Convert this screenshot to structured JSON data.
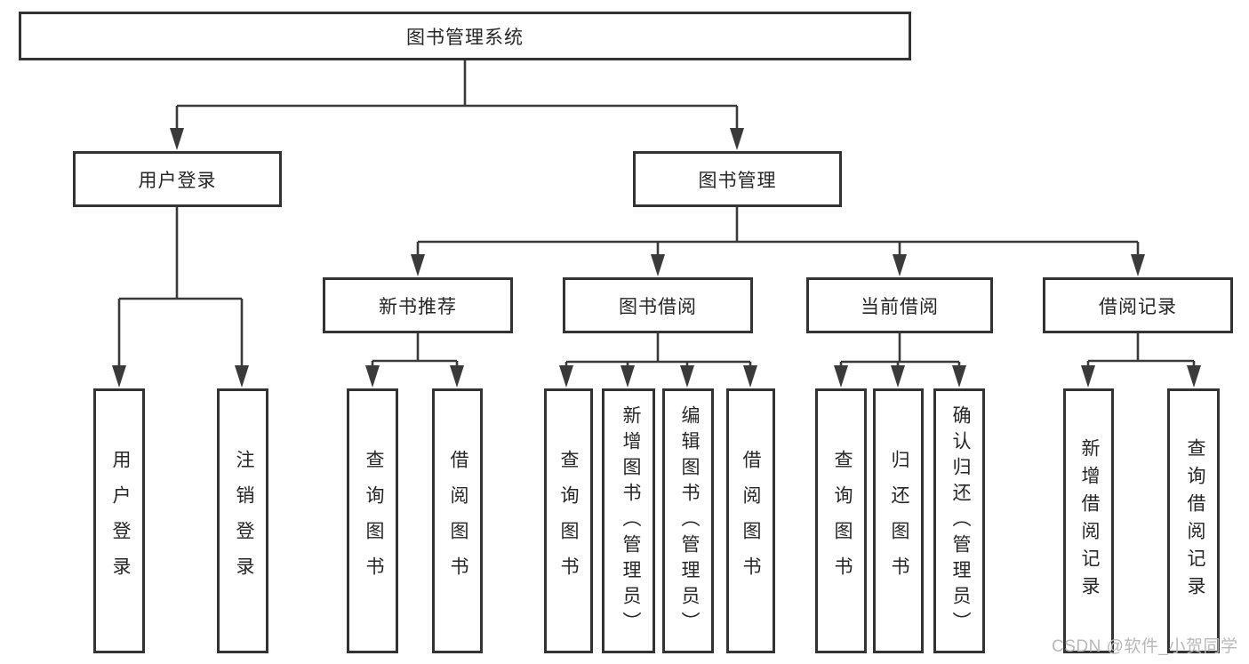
{
  "colors": {
    "background": "#ffffff",
    "line": "#3a3a3a",
    "box_border": "#333333",
    "text": "#262626",
    "watermark": "#b9b9b9"
  },
  "watermark": {
    "text": "CSDN @软件_小贺同学"
  },
  "tree": {
    "root": {
      "label": "图书管理系统"
    },
    "level2": [
      {
        "label": "用户登录",
        "parent": "图书管理系统"
      },
      {
        "label": "图书管理",
        "parent": "图书管理系统"
      }
    ],
    "level3": [
      {
        "label": "新书推荐",
        "parent": "图书管理"
      },
      {
        "label": "图书借阅",
        "parent": "图书管理"
      },
      {
        "label": "当前借阅",
        "parent": "图书管理"
      },
      {
        "label": "借阅记录",
        "parent": "图书管理"
      }
    ],
    "leaves": [
      {
        "label": "用户登录",
        "parent": "用户登录"
      },
      {
        "label": "注销登录",
        "parent": "用户登录"
      },
      {
        "label": "查询图书",
        "parent": "新书推荐"
      },
      {
        "label": "借阅图书",
        "parent": "新书推荐"
      },
      {
        "label": "查询图书",
        "parent": "图书借阅"
      },
      {
        "label": "新增图书（管理员）",
        "parent": "图书借阅"
      },
      {
        "label": "编辑图书（管理员）",
        "parent": "图书借阅"
      },
      {
        "label": "借阅图书",
        "parent": "图书借阅"
      },
      {
        "label": "查询图书",
        "parent": "当前借阅"
      },
      {
        "label": "归还图书",
        "parent": "当前借阅"
      },
      {
        "label": "确认归还（管理员）",
        "parent": "当前借阅"
      },
      {
        "label": "新增借阅记录",
        "parent": "借阅记录"
      },
      {
        "label": "查询借阅记录",
        "parent": "借阅记录"
      }
    ]
  }
}
